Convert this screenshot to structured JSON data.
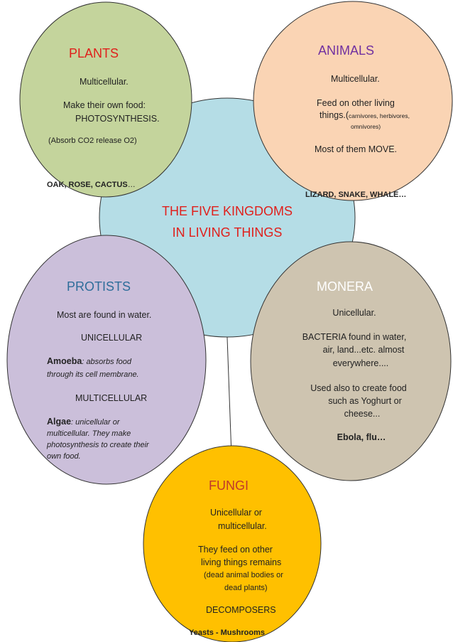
{
  "colors": {
    "center": "#b5dde6",
    "plants": "#c4d49c",
    "animals": "#fad4b4",
    "protists": "#cbbfda",
    "monera": "#cec4b0",
    "fungi": "#ffc000",
    "red_title": "#e0201c",
    "purple_title": "#7030a0",
    "blue_title": "#2e6d9a",
    "monera_title": "#ffffff",
    "fungi_title": "#c0392b"
  },
  "center": {
    "title_line1": "THE FIVE KINGDOMS",
    "title_line2": "IN LIVING THINGS"
  },
  "plants": {
    "title": "PLANTS",
    "line1": "Multicellular.",
    "line2": "Make their own food:",
    "line3": "PHOTOSYNTHESIS.",
    "line4": "(Absorb CO2 release O2)",
    "examples_bold": "OAK, ROSE, CACTUS",
    "examples_tail": "…"
  },
  "animals": {
    "title": "ANIMALS",
    "line1": "Multicellular.",
    "line2": "Feed on other living",
    "line3a": "things.(",
    "line3b": "carnivores, herbivores,",
    "line4": "omnivores)",
    "line5": "Most of them MOVE.",
    "examples": "LIZARD, SNAKE, WHALE…"
  },
  "protists": {
    "title": "PROTISTS",
    "line1": "Most are found in water.",
    "line2": "UNICELLULAR",
    "amoeba_bold": "Amoeba",
    "amoeba_text1": ": absorbs food",
    "amoeba_text2": "through its cell membrane.",
    "line3": "MULTICELLULAR",
    "algae_bold": "Algae",
    "algae_text1": ": unicellular or",
    "algae_text2": "multicellular. They make",
    "algae_text3": "photosynthesis to create their",
    "algae_text4": "own food."
  },
  "monera": {
    "title": "MONERA",
    "line1": "Unicellular.",
    "line2": "BACTERIA found in water,",
    "line3": "air, land...etc. almost",
    "line4": "everywhere....",
    "line5": "Used also to create food",
    "line6": "such as Yoghurt or",
    "line7": "cheese...",
    "examples": "Ebola, flu…"
  },
  "fungi": {
    "title": "FUNGI",
    "line1": "Unicellular or",
    "line2": "multicellular.",
    "line3": "They feed on other",
    "line4": "living things remains",
    "line5": "(dead animal bodies or",
    "line6": "dead plants)",
    "line7": "DECOMPOSERS",
    "examples": "Yeasts - Mushrooms"
  }
}
